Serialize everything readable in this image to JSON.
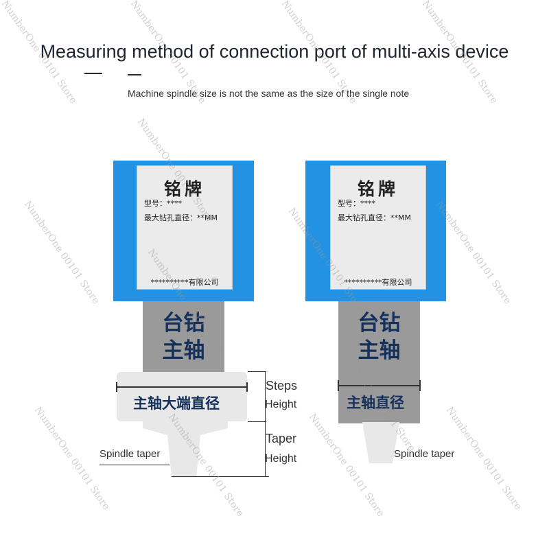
{
  "title": "Measuring method of connection port of multi-axis device",
  "note": "Machine spindle size is not the same as the size of the single note",
  "nameplate": {
    "title": "铭牌",
    "model": "型号：****",
    "max_drill": "最大钻孔直径：**MM",
    "company": "**********有限公司"
  },
  "spindle_label_line1": "台钻",
  "spindle_label_line2": "主轴",
  "left_big_end_label": "主轴大端直径",
  "right_big_end_label": "主轴直径",
  "steps_label": "Steps",
  "steps_height_label": "Height",
  "taper_label": "Taper",
  "taper_height_label": "Height",
  "spindle_taper_left": "Spindle taper",
  "spindle_taper_right": "Spindle taper",
  "watermark": "NumberOne 00101 Store",
  "colors": {
    "blue_frame": "#2392e3",
    "spindle_gray": "#9a9a9a",
    "label_navy": "#15305a",
    "light_gray": "#e8e8e8"
  }
}
